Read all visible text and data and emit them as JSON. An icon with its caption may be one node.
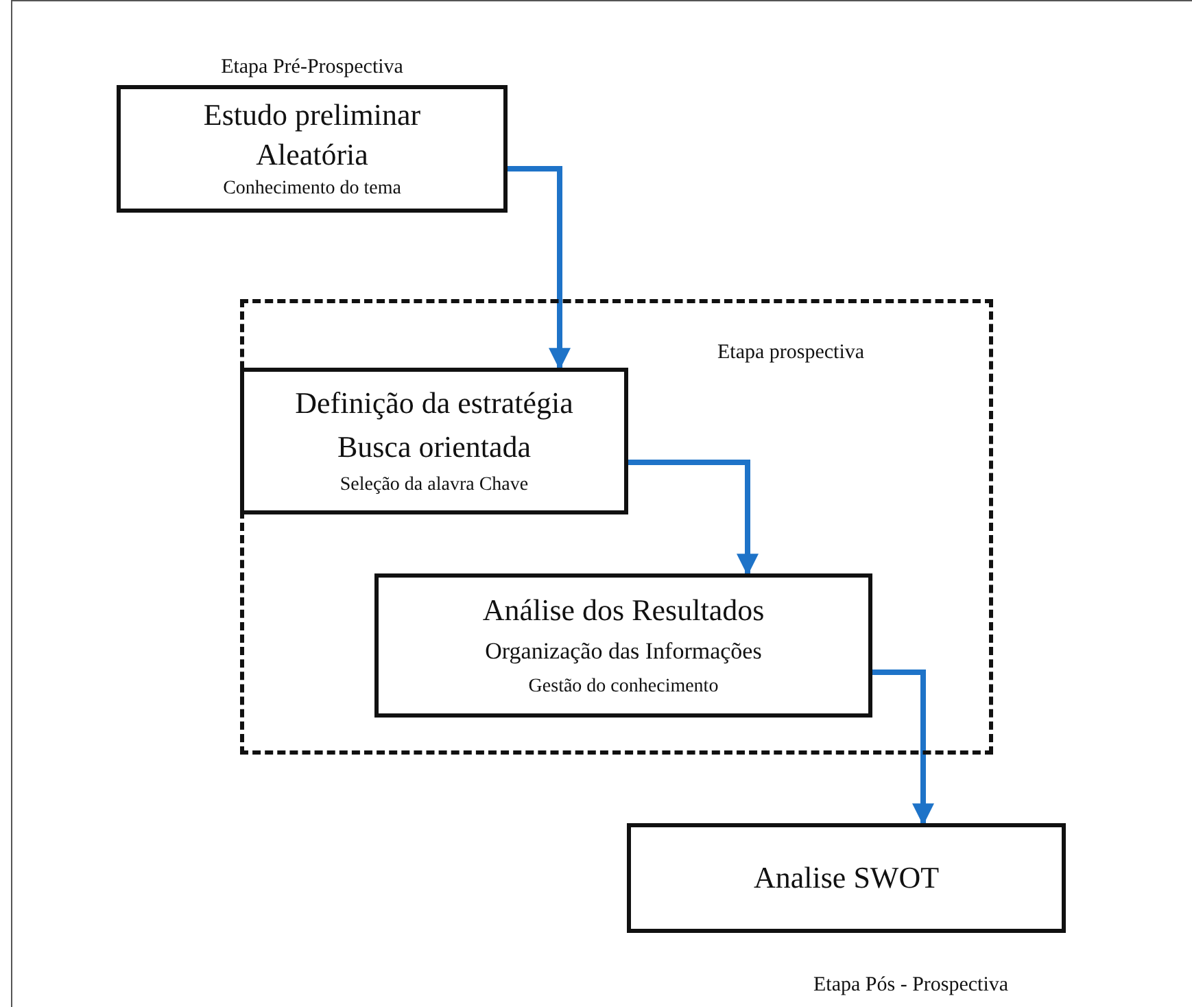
{
  "diagram": {
    "nodes": [
      {
        "text": [
          "Etapa Pré-Prospectiva",
          "Estudo preliminar",
          "Aleatória",
          "Conhecimento do tema"
        ]
      },
      {
        "text": [
          "Etapa prospectiva"
        ]
      },
      {
        "text": [
          "Definição da estratégia",
          "Busca orientada",
          "Seleção da alavra Chave"
        ],
        "in": 1
      },
      {
        "text": [
          "Análise dos Resultados",
          "Organização das Informações",
          "Gestão do conhecimento"
        ],
        "in": 1
      },
      {
        "text": [
          "Analise SWOT"
        ],
        "beside": [
          "Etapa Pós - Prospectiva"
        ]
      }
    ],
    "edges": [
      {
        "from": 0,
        "to": 2,
        "arrow": "to"
      },
      {
        "from": 2,
        "to": 3,
        "arrow": "to"
      },
      {
        "from": 3,
        "to": 4,
        "arrow": "to"
      }
    ]
  }
}
